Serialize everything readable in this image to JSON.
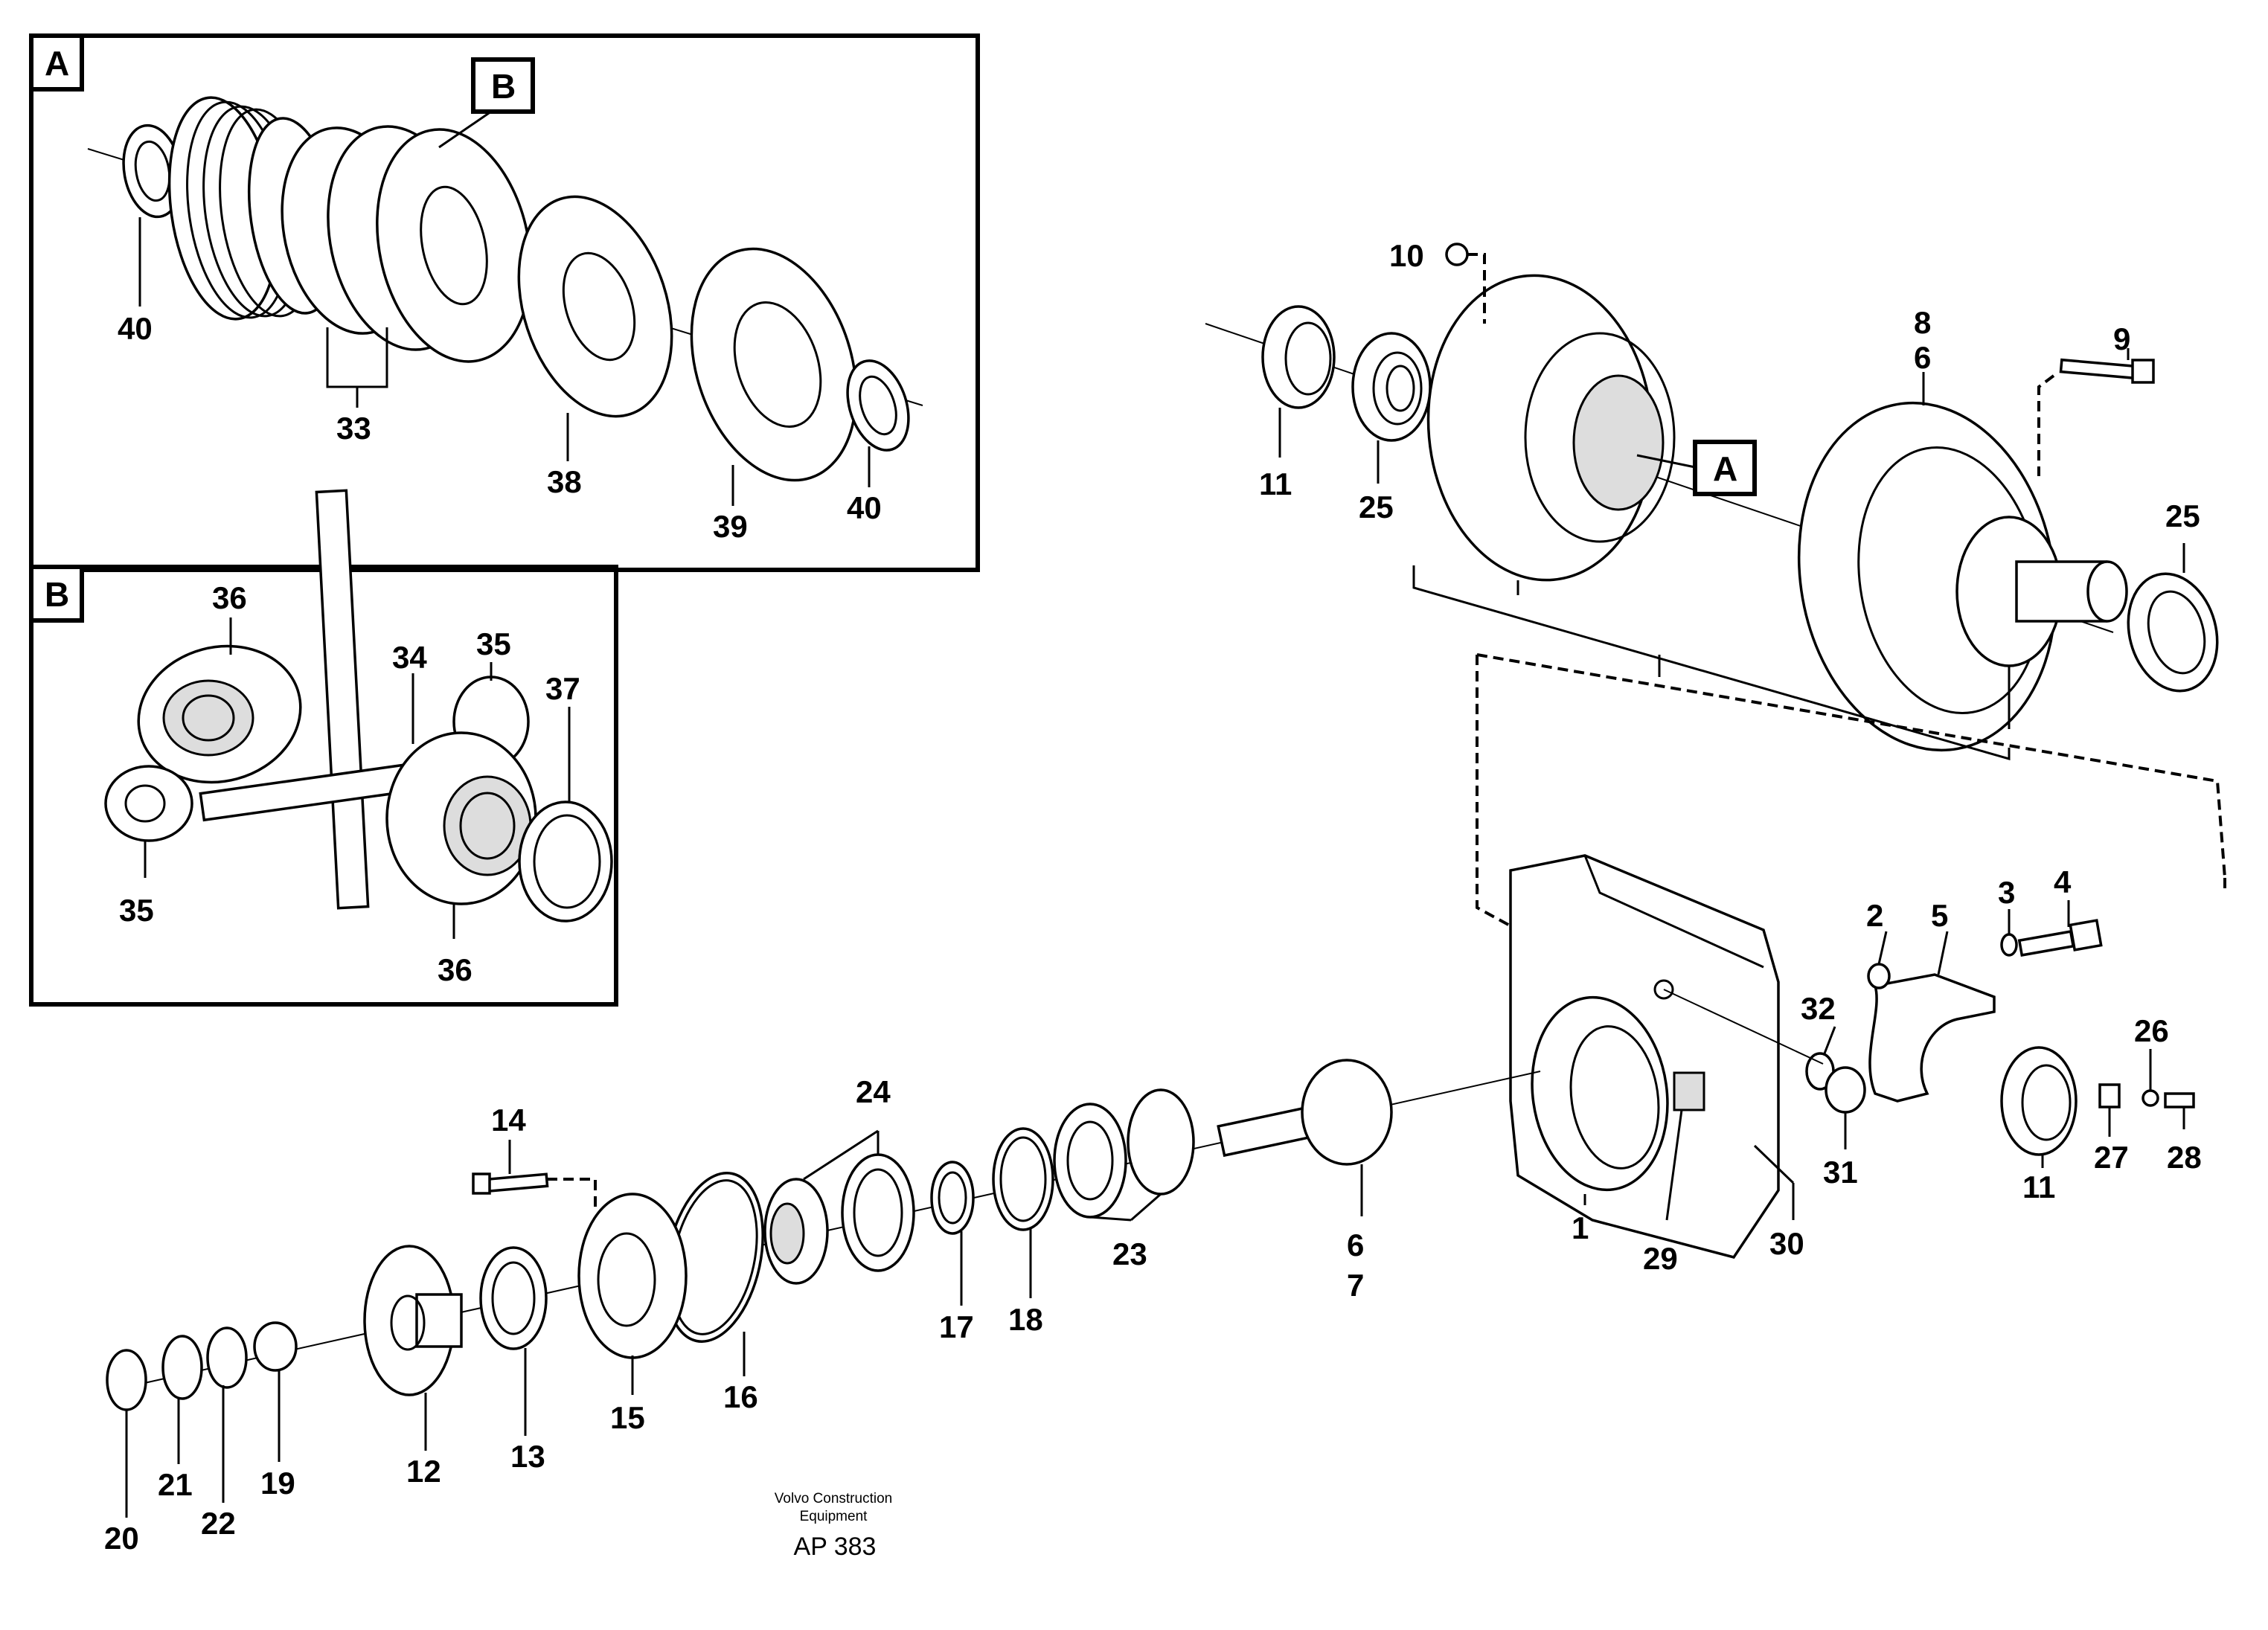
{
  "callouts": {
    "box_a": "A",
    "box_b": "B",
    "ref_b": "B",
    "ref_a": "A"
  },
  "labels": {
    "l40a": "40",
    "l33": "33",
    "l38": "38",
    "l39": "39",
    "l40b": "40",
    "l36a": "36",
    "l34": "34",
    "l35a": "35",
    "l37": "37",
    "l35b": "35",
    "l36b": "36",
    "l10": "10",
    "l8": "8",
    "l6a": "6",
    "l9": "9",
    "l11a": "11",
    "l25a": "25",
    "l25b": "25",
    "l2": "2",
    "l5": "5",
    "l3": "3",
    "l4": "4",
    "l32": "32",
    "l26": "26",
    "l31": "31",
    "l27": "27",
    "l28": "28",
    "l11b": "11",
    "l1": "1",
    "l29": "29",
    "l30": "30",
    "l14": "14",
    "l24": "24",
    "l6b": "6",
    "l7": "7",
    "l23": "23",
    "l17": "17",
    "l18": "18",
    "l16": "16",
    "l15": "15",
    "l13": "13",
    "l12": "12",
    "l19": "19",
    "l22": "22",
    "l21": "21",
    "l20": "20"
  },
  "footer": {
    "line1": "Volvo Construction",
    "line2": "Equipment",
    "code": "AP 383"
  }
}
